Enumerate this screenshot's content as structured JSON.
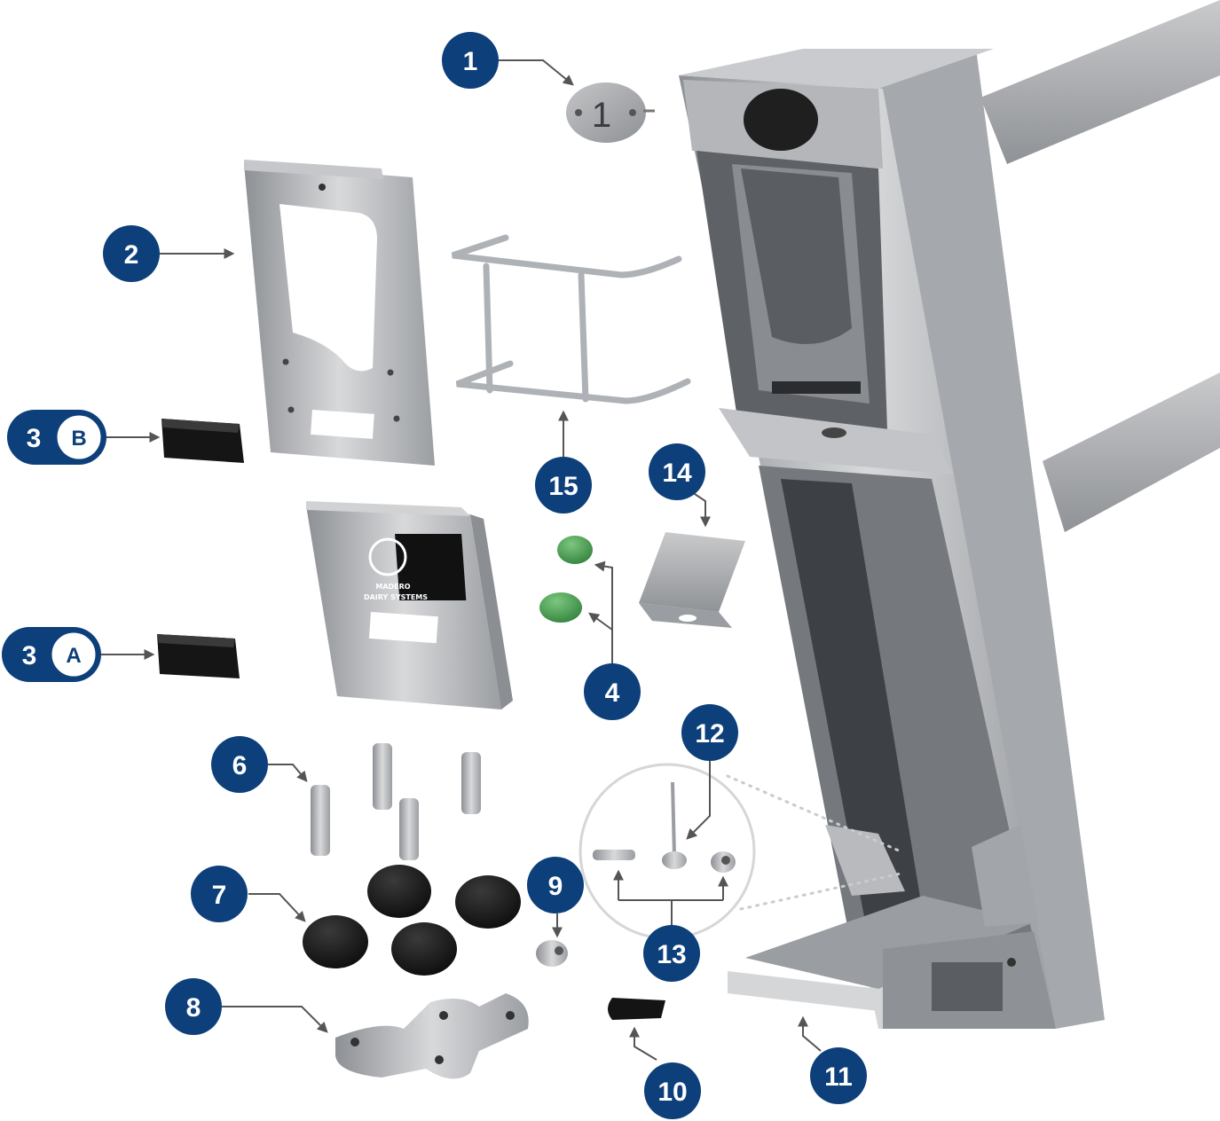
{
  "colors": {
    "badge": "#0d3f7a",
    "metal_light": "#d9dadc",
    "metal_mid": "#a9abae",
    "metal_dark": "#6f7276",
    "rubber": "#111111",
    "green": "#3e9a4a",
    "leader": "#555555"
  },
  "callouts": {
    "c1": "1",
    "c2": "2",
    "c3b_num": "3",
    "c3b_letter": "B",
    "c3a_num": "3",
    "c3a_letter": "A",
    "c4": "4",
    "c6": "6",
    "c7": "7",
    "c8": "8",
    "c9": "9",
    "c10": "10",
    "c11": "11",
    "c12": "12",
    "c13": "13",
    "c14": "14",
    "c15": "15"
  },
  "parts": {
    "number_plate": "1",
    "logo_brand": "MADERO",
    "logo_sub": "DAIRY SYSTEMS"
  }
}
